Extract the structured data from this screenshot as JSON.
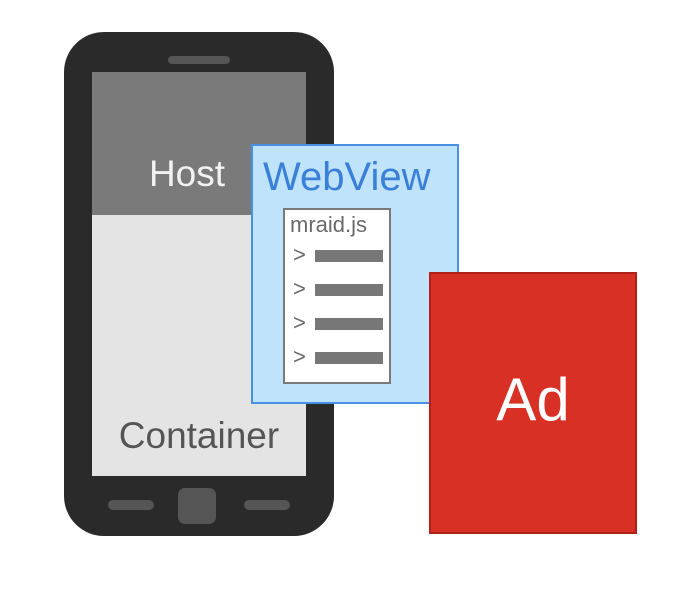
{
  "phone": {
    "host_label": "Host",
    "container_label": "Container"
  },
  "webview": {
    "title": "WebView",
    "doc_label": "mraid.js",
    "code_lines": [
      ">",
      ">",
      ">",
      ">"
    ]
  },
  "ad": {
    "label": "Ad"
  },
  "colors": {
    "phone_body": "#2a2a2a",
    "host_area": "#7a7a7a",
    "container_area": "#e4e4e4",
    "webview_fill": "#bfe3fb",
    "webview_accent": "#3a7fd8",
    "ad_fill": "#d93025"
  }
}
